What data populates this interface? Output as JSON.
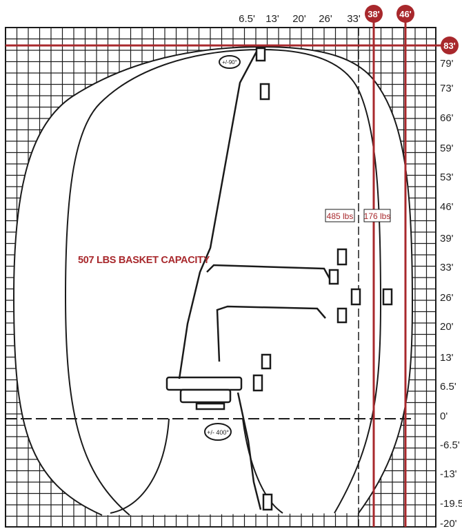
{
  "chart_data": {
    "type": "reach-diagram",
    "title": "507 LBS BASKET CAPACITY",
    "horizontal_ticks": [
      "6.5'",
      "13'",
      "20'",
      "26'",
      "33'"
    ],
    "horizontal_markers": [
      "38'",
      "46'"
    ],
    "max_height_marker": "83'",
    "vertical_ticks": [
      "79'",
      "73'",
      "66'",
      "59'",
      "53'",
      "46'",
      "39'",
      "33'",
      "26'",
      "20'",
      "13'",
      "6.5'",
      "0'",
      "-6.5'",
      "-13'",
      "-19.5'",
      "-20'"
    ],
    "load_zones": [
      {
        "label": "485 lbs",
        "reach_ft": 38
      },
      {
        "label": "176 lbs",
        "reach_ft": 46
      }
    ],
    "rotations": {
      "jib": "+/-90°",
      "turret": "+/- 400°"
    },
    "colors": {
      "accent": "#a8282c",
      "grid": "#1a1a1a"
    }
  }
}
